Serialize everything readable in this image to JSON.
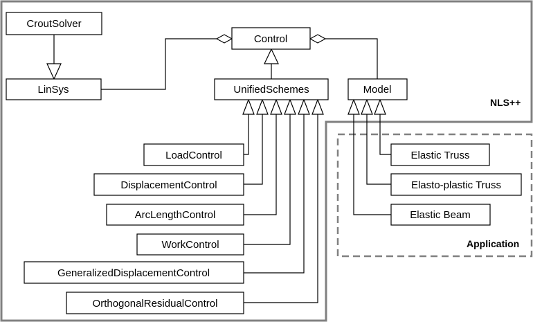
{
  "regions": {
    "nls": "NLS++",
    "application": "Application"
  },
  "classes": {
    "crout_solver": "CroutSolver",
    "lin_sys": "LinSys",
    "control": "Control",
    "unified_schemes": "UnifiedSchemes",
    "model": "Model",
    "load_control": "LoadControl",
    "displacement_control": "DisplacementControl",
    "arc_length_control": "ArcLengthControl",
    "work_control": "WorkControl",
    "generalized_displacement_control": "GeneralizedDisplacementControl",
    "orthogonal_residual_control": "OrthogonalResidualControl",
    "elastic_truss": "Elastic Truss",
    "elasto_plastic_truss": "Elasto-plastic Truss",
    "elastic_beam": "Elastic Beam"
  }
}
